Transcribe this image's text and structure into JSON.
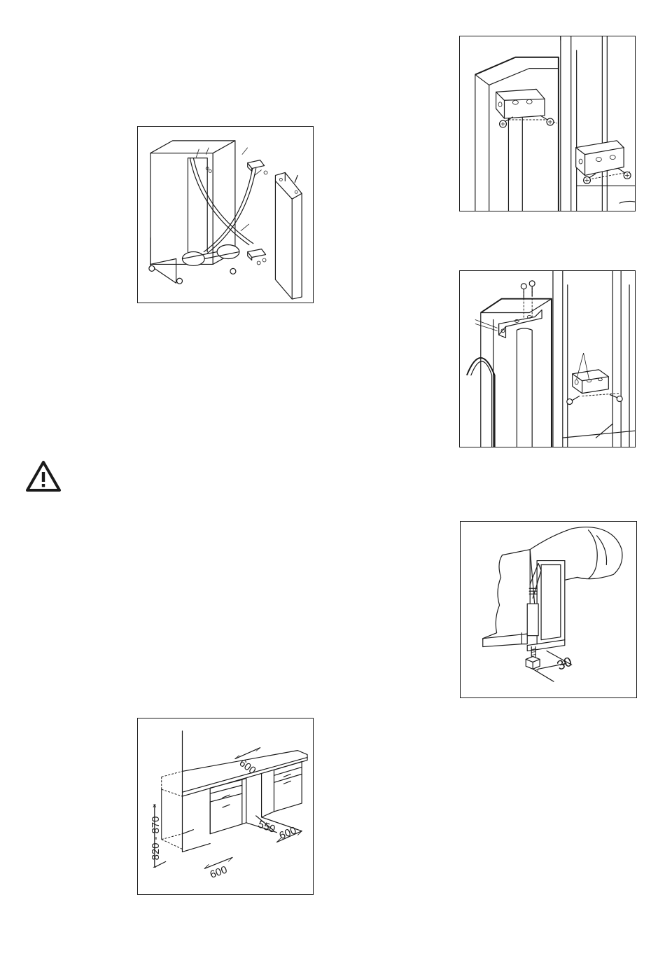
{
  "figures": {
    "door_bracket_top": {},
    "hinges_exploded": {},
    "door_bracket_side": {},
    "warning": {
      "icon": "warning-triangle-icon"
    },
    "foot_adjust": {
      "dimension": "30"
    },
    "niche_dimensions": {
      "width_top": "600",
      "height": "820 - 870",
      "depth_left": "600",
      "gap": "550",
      "depth_right": "600"
    }
  }
}
